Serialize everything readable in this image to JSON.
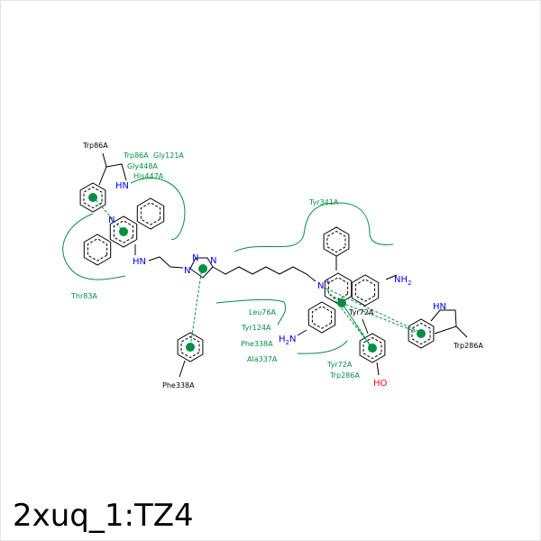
{
  "title": "2xuq_1:TZ4",
  "residues": {
    "trp86_black": "Trp86A",
    "trp86_green": "Trp86A",
    "gly121": "Gly121A",
    "gly448": "Gly448A",
    "his447": "His447A",
    "thr83": "Thr83A",
    "phe338_black": "Phe338A",
    "tyr341": "Tyr341A",
    "leu76": "Leu76A",
    "tyr124": "Tyr124A",
    "phe338_green": "Phe338A",
    "ala337": "Ala337A",
    "tyr72_green": "Tyr72A",
    "trp286_green": "Trp286A",
    "tyr72_black": "Tyr72A",
    "trp286_black": "Trp286A"
  },
  "atoms": {
    "hn_trp86": "HN",
    "n_acridine": "N",
    "hn_linker": "HN",
    "n_triazole1": "N",
    "n_triazole2": "N",
    "n_triazole3": "N",
    "n_plus": "N",
    "plus": "+",
    "nh2_right": "NH",
    "nh2_right_sub": "2",
    "h2n_left": "H",
    "h2n_left_sub": "2",
    "h2n_left_n": "N",
    "ho_tyr72": "HO",
    "hn_trp286": "HN"
  },
  "colors": {
    "interaction": "#009040",
    "nitrogen": "#0000ff",
    "oxygen": "#ff0000"
  }
}
